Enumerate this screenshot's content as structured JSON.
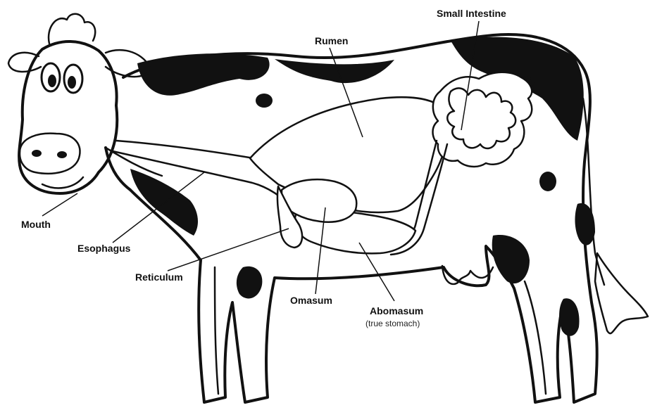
{
  "diagram": {
    "labels": {
      "small_intestine": "Small Intestine",
      "rumen": "Rumen",
      "mouth": "Mouth",
      "esophagus": "Esophagus",
      "reticulum": "Reticulum",
      "omasum": "Omasum",
      "abomasum": "Abomasum",
      "abomasum_note": "(true stomach)"
    }
  },
  "colors": {
    "ink": "#111111",
    "paper": "#ffffff"
  }
}
